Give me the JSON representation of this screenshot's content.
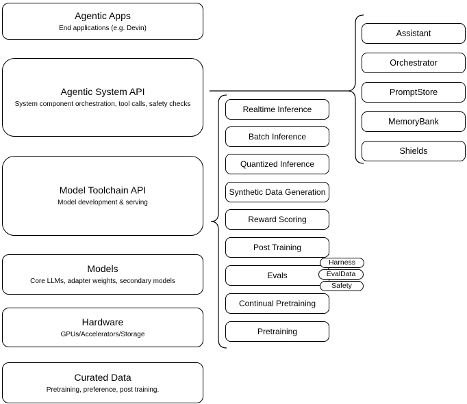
{
  "diagram": {
    "left_column": [
      {
        "title": "Agentic Apps",
        "subtitle": "End applications (e.g. Devin)"
      },
      {
        "title": "Agentic System API",
        "subtitle": "System component orchestration, tool calls, safety checks"
      },
      {
        "title": "Model Toolchain API",
        "subtitle": "Model development & serving"
      },
      {
        "title": "Models",
        "subtitle": "Core LLMs, adapter weights, secondary models"
      },
      {
        "title": "Hardware",
        "subtitle": "GPUs/Accelerators/Storage"
      },
      {
        "title": "Curated Data",
        "subtitle": "Pretraining, preference, post training."
      }
    ],
    "toolchain_capabilities": [
      "Realtime Inference",
      "Batch Inference",
      "Quantized Inference",
      "Synthetic Data Generation",
      "Reward Scoring",
      "Post Training",
      "Evals",
      "Continual Pretraining",
      "Pretraining"
    ],
    "evals_tags": [
      "Harness",
      "EvalData",
      "Safety"
    ],
    "system_components": [
      "Assistant",
      "Orchestrator",
      "PromptStore",
      "MemoryBank",
      "Shields"
    ],
    "style": {
      "stroke_color": "#000000",
      "node_fill": "#ffffff",
      "background": "#ffffff"
    }
  }
}
